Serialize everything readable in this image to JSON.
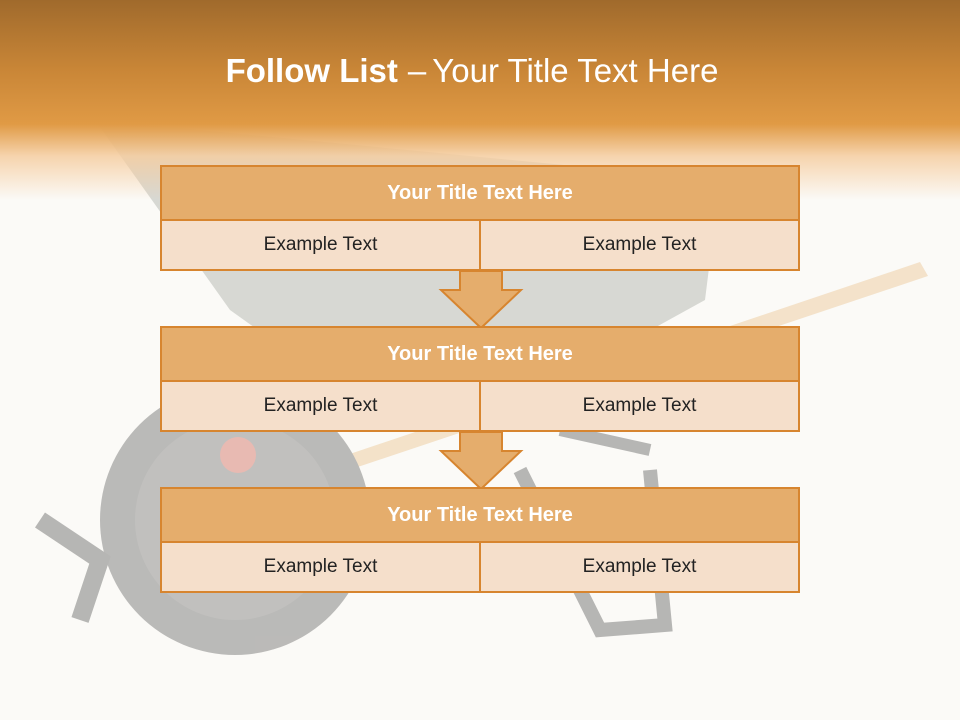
{
  "slide": {
    "title_bold": "Follow List",
    "title_sep": "–",
    "title_rest": "Your Title Text Here",
    "background_image": "wheelbarrow",
    "colors": {
      "accent": "#d7852f",
      "title_fill": "#e5ad6c",
      "cell_fill": "#f5dfcb",
      "header": "#e09a45"
    }
  },
  "blocks": [
    {
      "title": "Your Title Text Here",
      "cells": [
        "Example Text",
        "Example Text"
      ]
    },
    {
      "title": "Your Title Text Here",
      "cells": [
        "Example Text",
        "Example Text"
      ]
    },
    {
      "title": "Your Title Text Here",
      "cells": [
        "Example Text",
        "Example Text"
      ]
    }
  ],
  "connectors": [
    "down-arrow-icon",
    "down-arrow-icon"
  ]
}
